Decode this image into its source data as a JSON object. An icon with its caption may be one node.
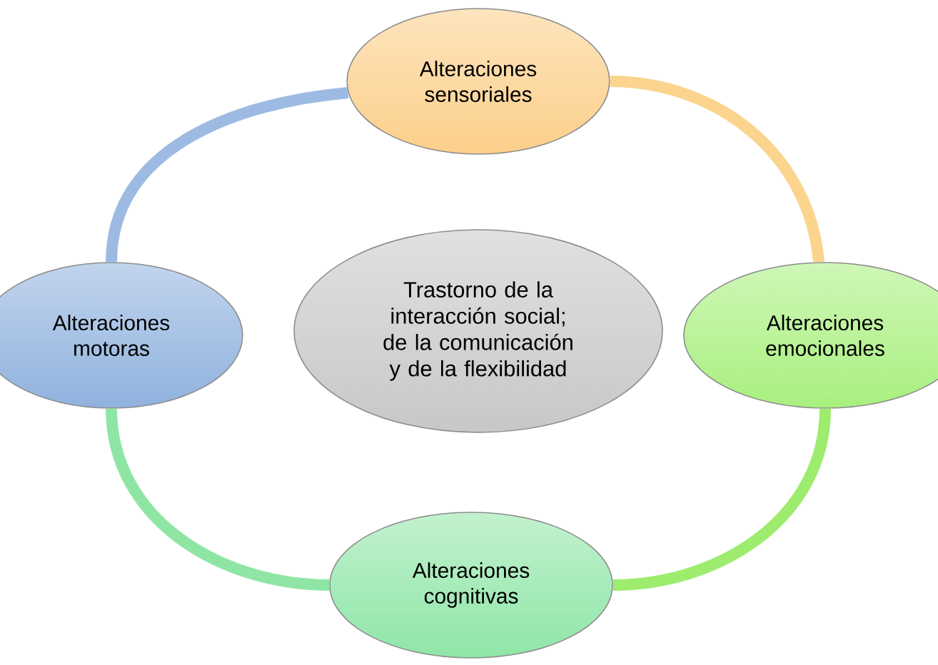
{
  "diagram": {
    "nodes": [
      {
        "text": [
          "Trastorno de la interacción social; de la comunicación y de la flexibilidad"
        ]
      },
      {
        "text": [
          "Alteraciones sensoriales"
        ]
      },
      {
        "text": [
          "Alteraciones emocionales"
        ]
      },
      {
        "text": [
          "Alteraciones cognitivas"
        ]
      },
      {
        "text": [
          "Alteraciones motoras"
        ]
      }
    ],
    "edges": [
      {
        "from": 1,
        "to": 2,
        "arrow": "none",
        "color": "#fbd48e"
      },
      {
        "from": 2,
        "to": 3,
        "arrow": "none",
        "color": "#9eec6e"
      },
      {
        "from": 3,
        "to": 4,
        "arrow": "none",
        "color": "#8fe6a4"
      },
      {
        "from": 4,
        "to": 1,
        "arrow": "none",
        "color": "#9dbbe2"
      }
    ]
  }
}
